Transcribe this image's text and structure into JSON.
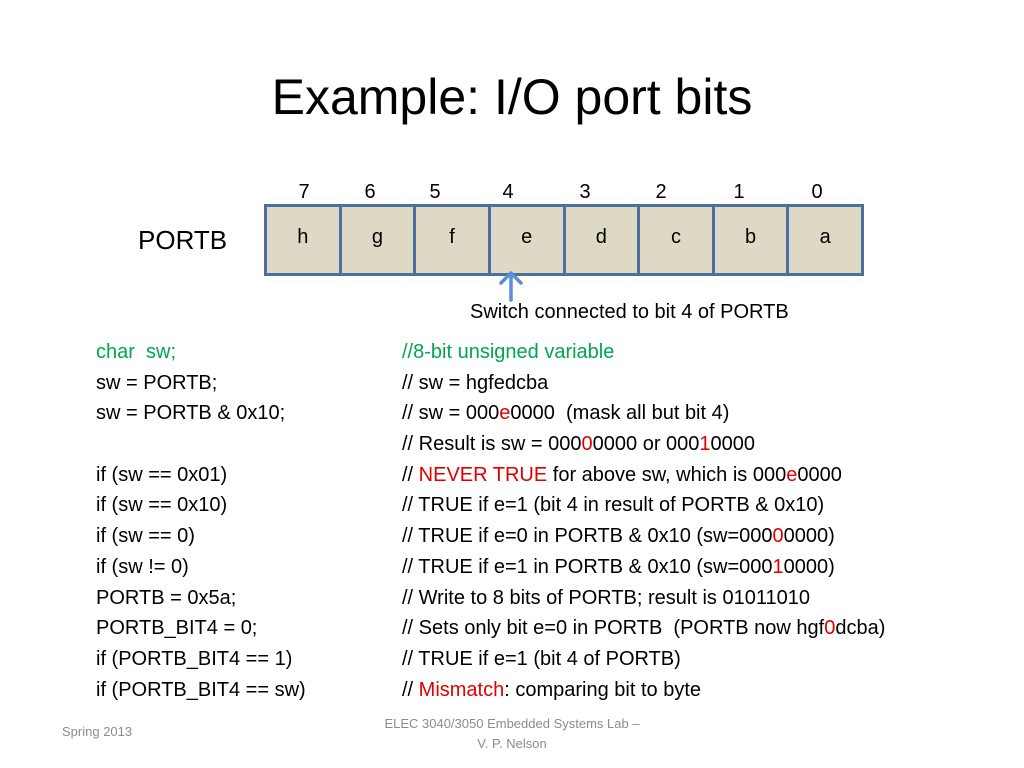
{
  "slide": {
    "title": "Example: I/O port bits",
    "port_label": "PORTB",
    "bit_numbers": [
      "7",
      "6",
      "5",
      "4",
      "3",
      "2",
      "1",
      "0"
    ],
    "bit_names": [
      "h",
      "g",
      "f",
      "e",
      "d",
      "c",
      "b",
      "a"
    ],
    "caption": "Switch connected to bit 4 of PORTB",
    "footer": {
      "left": "Spring 2013",
      "mid_line1": "ELEC 3040/3050 Embedded Systems Lab –",
      "mid_line2": "V. P. Nelson"
    }
  },
  "code": {
    "r0": {
      "a": "char  sw;",
      "b": "//8-bit unsigned variable"
    },
    "r1": {
      "a": "sw = PORTB;",
      "b": "// sw = hgfedcba"
    },
    "r2": {
      "a": "sw = PORTB & 0x10;",
      "b1": "// sw = 000",
      "b2": "e",
      "b3": "0000  (mask all but bit 4)"
    },
    "r3": {
      "a": "",
      "b1": "// Result is sw = 000",
      "b2": "0",
      "b3": "0000 or 000",
      "b4": "1",
      "b5": "0000"
    },
    "r4": {
      "a": "if (sw == 0x01)",
      "b1": "// ",
      "b2": "NEVER TRUE",
      "b3": " for above sw, which is 000",
      "b4": "e",
      "b5": "0000"
    },
    "r5": {
      "a": "if (sw == 0x10)",
      "b": "// TRUE if e=1 (bit 4 in result of PORTB & 0x10)"
    },
    "r6": {
      "a": "if (sw == 0)",
      "b1": "// TRUE if e=0 in PORTB & 0x10 (sw=000",
      "b2": "0",
      "b3": "0000)"
    },
    "r7": {
      "a": "if (sw != 0)",
      "b1": "// TRUE if e=1 in PORTB & 0x10 (sw=000",
      "b2": "1",
      "b3": "0000)"
    },
    "r8": {
      "a": "PORTB = 0x5a;",
      "b": "// Write to 8 bits of PORTB; result is 01011010"
    },
    "r9": {
      "a": "PORTB_BIT4 = 0;",
      "b1": "// Sets only bit e=0 in PORTB  (PORTB now hgf",
      "b2": "0",
      "b3": "dcba)"
    },
    "r10": {
      "a": "if (PORTB_BIT4 == 1)",
      "b": "// TRUE if e=1 (bit 4 of PORTB)"
    },
    "r11": {
      "a": "if (PORTB_BIT4 == sw)",
      "b1": "// ",
      "b2": "Mismatch",
      "b3": ": comparing bit to byte"
    }
  },
  "colors": {
    "register_border": "#4a6fa0",
    "cell_fill": "#ddd9c4",
    "comment_green": "#00a650",
    "highlight_red": "#e00000",
    "arrow": "#5b8ed6",
    "footer_gray": "#8c8c8c"
  }
}
